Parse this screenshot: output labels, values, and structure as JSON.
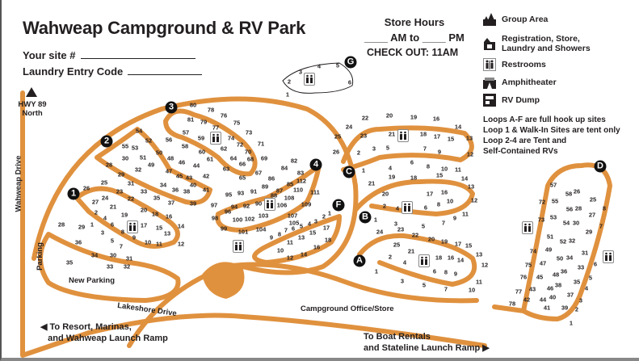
{
  "header": {
    "title": "Wahweap Campground & RV Park",
    "site_label": "Your site #",
    "laundry_label": "Laundry Entry Code"
  },
  "store": {
    "title": "Store Hours",
    "hours_line": "____ AM to ____ PM",
    "checkout": "CHECK OUT: 11AM"
  },
  "legend": [
    {
      "icon": "group-area-icon",
      "label": "Group Area"
    },
    {
      "icon": "registration-icon",
      "label": "Registration, Store,",
      "label2": "Laundry and Showers"
    },
    {
      "icon": "restroom-icon",
      "label": "Restrooms"
    },
    {
      "icon": "amphitheater-icon",
      "label": "Amphitheater"
    },
    {
      "icon": "rv-dump-icon",
      "label": "RV Dump"
    }
  ],
  "notes": [
    "Loops A-F are full hook up sites",
    "Loop 1 & Walk-In Sites are tent only",
    "Loop 2-4 are Tent and",
    "Self-Contained RVs"
  ],
  "labels": {
    "hwy": "HWY 89",
    "north": "North",
    "wahweap_drive": "Wahweap Drive",
    "parking": "Parking",
    "new_parking": "New Parking",
    "lakeshore": "Lakeshore Drive",
    "resort1": "To Resort, Marinas,",
    "resort2": "and Wahweap Launch Ramp",
    "office": "Campground Office/Store",
    "boat1": "To Boat Rentals",
    "boat2": "and Stateline Launch Ramp"
  },
  "loop_markers": [
    "1",
    "2",
    "3",
    "4",
    "A",
    "B",
    "C",
    "D",
    "F",
    "G"
  ],
  "sites": {
    "loop3": [
      "80",
      "78",
      "76",
      "75",
      "73",
      "71",
      "81",
      "79",
      "77",
      "74",
      "72",
      "70",
      "69",
      "68",
      "66",
      "64",
      "62",
      "57",
      "59",
      "56",
      "58",
      "60",
      "61",
      "63",
      "65",
      "67"
    ],
    "loop4": [
      "82",
      "84",
      "83",
      "86",
      "85",
      "112",
      "89",
      "87",
      "110",
      "111",
      "91",
      "93",
      "95",
      "88",
      "108",
      "106",
      "90",
      "92",
      "94",
      "97",
      "96",
      "109",
      "98",
      "100",
      "102",
      "103",
      "107",
      "105",
      "99",
      "101",
      "104"
    ],
    "loopF": [
      "1",
      "2",
      "3",
      "4",
      "5",
      "6",
      "7",
      "8",
      "9",
      "10",
      "11",
      "12",
      "13",
      "14",
      "15",
      "16",
      "17",
      "18"
    ],
    "loop2": [
      "54",
      "52",
      "55",
      "53",
      "50",
      "48",
      "46",
      "44",
      "30",
      "51",
      "49",
      "47",
      "45",
      "43",
      "42",
      "28",
      "29",
      "32",
      "40",
      "41",
      "31",
      "34",
      "36",
      "38",
      "39",
      "33",
      "35",
      "37",
      "25",
      "26",
      "23",
      "22",
      "20",
      "18",
      "16"
    ],
    "loop1": [
      "27",
      "24",
      "21",
      "2",
      "4",
      "6",
      "19",
      "1",
      "3",
      "5",
      "7",
      "8",
      "9",
      "17",
      "15",
      "13",
      "10",
      "11",
      "14",
      "12",
      "28",
      "29",
      "36",
      "34",
      "30",
      "31",
      "33",
      "32",
      "35"
    ],
    "loopC": [
      "22",
      "20",
      "19",
      "16",
      "14",
      "24",
      "25",
      "23",
      "21",
      "18",
      "17",
      "15",
      "13",
      "26",
      "2",
      "3",
      "5",
      "7",
      "9",
      "12",
      "6",
      "8",
      "10",
      "11",
      "1",
      "4"
    ],
    "loopB": [
      "21",
      "19",
      "18",
      "15",
      "14",
      "13",
      "12",
      "20",
      "17",
      "16",
      "10",
      "11",
      "2",
      "4",
      "6",
      "8",
      "9",
      "1",
      "3",
      "5",
      "7"
    ],
    "loopA": [
      "24",
      "23",
      "22",
      "20",
      "19",
      "17",
      "15",
      "25",
      "21",
      "18",
      "16",
      "14",
      "13",
      "12",
      "2",
      "4",
      "6",
      "8",
      "9",
      "11",
      "10",
      "1",
      "3",
      "5",
      "7"
    ],
    "loopD": [
      "57",
      "72",
      "55",
      "58",
      "26",
      "25",
      "56",
      "28",
      "27",
      "8",
      "73",
      "53",
      "54",
      "30",
      "29",
      "7",
      "51",
      "52",
      "32",
      "74",
      "49",
      "50",
      "34",
      "31",
      "75",
      "47",
      "36",
      "33",
      "6",
      "76",
      "45",
      "48",
      "35",
      "5",
      "38",
      "46",
      "77",
      "43",
      "37",
      "4",
      "42",
      "44",
      "40",
      "3",
      "78",
      "41",
      "39",
      "2",
      "1"
    ],
    "loopG": [
      "1",
      "2",
      "3",
      "4",
      "5",
      "6"
    ]
  },
  "colors": {
    "road": "#e0913e",
    "ink": "#231f20"
  }
}
